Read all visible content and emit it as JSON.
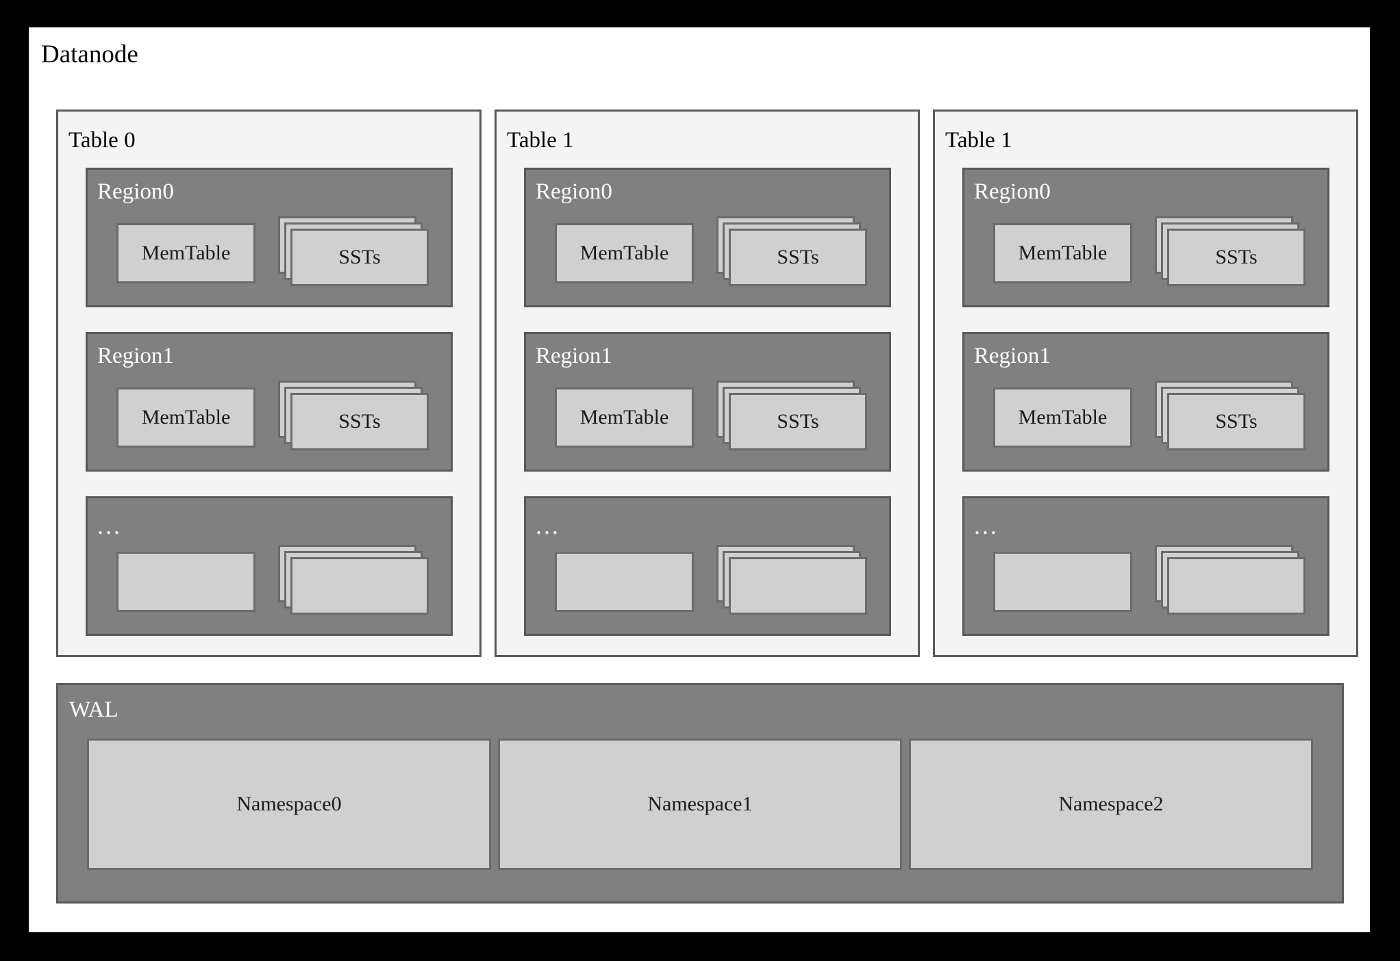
{
  "diagram": {
    "title": "Datanode",
    "colors": {
      "outer_frame": "#000000",
      "canvas": "#ffffff",
      "table_panel_fill": "#f4f4f4",
      "table_panel_border": "#595959",
      "region_fill": "#808080",
      "region_border": "#595959",
      "box_fill": "#d0d0d0",
      "box_border": "#6b6b6b",
      "dark_text": "#000000",
      "light_text": "#ffffff"
    },
    "tables": [
      {
        "label": "Table 0",
        "regions": [
          {
            "label": "Region0",
            "memtable_label": "MemTable",
            "sst_label": "SSTs",
            "sst_count": 3
          },
          {
            "label": "Region1",
            "memtable_label": "MemTable",
            "sst_label": "SSTs",
            "sst_count": 3
          },
          {
            "label": "...",
            "memtable_label": "",
            "sst_label": "",
            "sst_count": 3
          }
        ]
      },
      {
        "label": "Table 1",
        "regions": [
          {
            "label": "Region0",
            "memtable_label": "MemTable",
            "sst_label": "SSTs",
            "sst_count": 3
          },
          {
            "label": "Region1",
            "memtable_label": "MemTable",
            "sst_label": "SSTs",
            "sst_count": 3
          },
          {
            "label": "...",
            "memtable_label": "",
            "sst_label": "",
            "sst_count": 3
          }
        ]
      },
      {
        "label": "Table 1",
        "regions": [
          {
            "label": "Region0",
            "memtable_label": "MemTable",
            "sst_label": "SSTs",
            "sst_count": 3
          },
          {
            "label": "Region1",
            "memtable_label": "MemTable",
            "sst_label": "SSTs",
            "sst_count": 3
          },
          {
            "label": "...",
            "memtable_label": "",
            "sst_label": "",
            "sst_count": 3
          }
        ]
      }
    ],
    "wal": {
      "label": "WAL",
      "namespaces": [
        {
          "label": "Namespace0"
        },
        {
          "label": "Namespace1"
        },
        {
          "label": "Namespace2"
        }
      ]
    }
  }
}
